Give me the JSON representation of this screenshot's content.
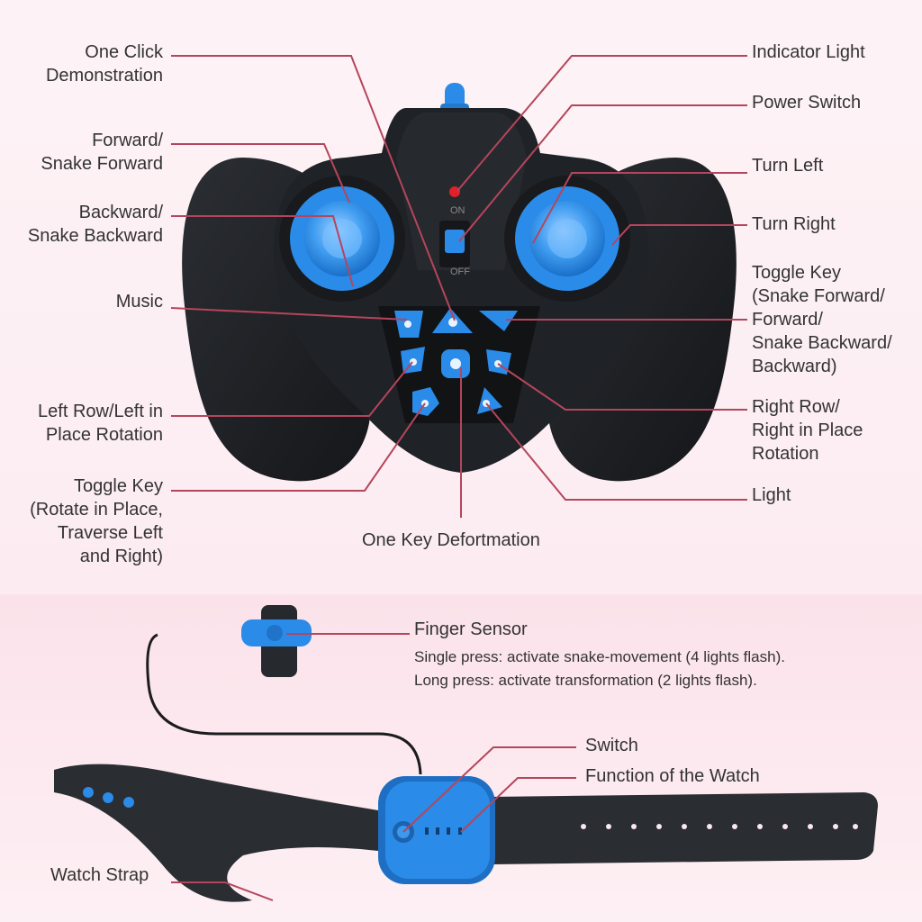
{
  "colors": {
    "leader": "#b5455c",
    "accent_blue": "#2a8be8",
    "controller_body": "#1f2226"
  },
  "controller": {
    "left_labels": [
      {
        "name": "one-click-demonstration",
        "lines": [
          "One Click",
          "Demonstration"
        ]
      },
      {
        "name": "forward-snake-forward",
        "lines": [
          "Forward/",
          "Snake Forward"
        ]
      },
      {
        "name": "backward-snake-backward",
        "lines": [
          "Backward/",
          "Snake Backward"
        ]
      },
      {
        "name": "music",
        "lines": [
          "Music"
        ]
      },
      {
        "name": "left-row-rotation",
        "lines": [
          "Left Row/Left in",
          "Place Rotation"
        ]
      },
      {
        "name": "toggle-key-rotate",
        "lines": [
          "Toggle Key",
          "(Rotate in Place,",
          "Traverse Left",
          "and Right)"
        ]
      }
    ],
    "right_labels": [
      {
        "name": "indicator-light",
        "lines": [
          "Indicator Light"
        ]
      },
      {
        "name": "power-switch",
        "lines": [
          "Power Switch"
        ]
      },
      {
        "name": "turn-left",
        "lines": [
          "Turn Left"
        ]
      },
      {
        "name": "turn-right",
        "lines": [
          "Turn Right"
        ]
      },
      {
        "name": "toggle-key-snake",
        "lines": [
          "Toggle Key",
          "(Snake Forward/",
          "Forward/",
          "Snake Backward/",
          "Backward)"
        ]
      },
      {
        "name": "right-row-rotation",
        "lines": [
          "Right Row/",
          "Right in Place",
          "Rotation"
        ]
      },
      {
        "name": "light",
        "lines": [
          "Light"
        ]
      }
    ],
    "bottom_label": "One Key Defortmation",
    "switch_on_text": "ON",
    "switch_off_text": "OFF"
  },
  "watch": {
    "finger_sensor": {
      "title": "Finger Sensor",
      "single_press": "Single press: activate snake-movement (4 lights flash).",
      "long_press": "Long press: activate transformation (2 lights flash)."
    },
    "switch_label": "Switch",
    "function_label": "Function of the Watch",
    "strap_label": "Watch Strap"
  }
}
